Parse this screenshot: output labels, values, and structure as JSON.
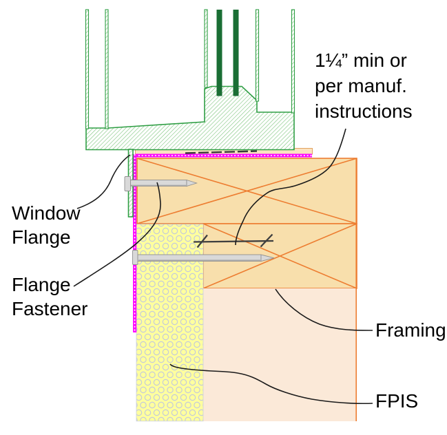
{
  "diagram_type": "window-flange-attachment-detail",
  "labels": {
    "window_flange_line1": "Window",
    "window_flange_line2": "Flange",
    "flange_fastener_line1": "Flange",
    "flange_fastener_line2": "Fastener",
    "min_note_line1": "1¼” min or",
    "min_note_line2": "per manuf.",
    "min_note_line3": "instructions",
    "framing": "Framing",
    "fpis": "FPIS"
  },
  "colors": {
    "framing-fill": "#F8DFAC",
    "framing-line": "#ED7D31",
    "sheathing-fill": "#FBE9D8",
    "strip-fill": "#FBE3C0",
    "strip-line": "#E2A25E",
    "fpis-fill": "#FFFF9E",
    "fpis-dot": "#C7CDD6",
    "wrb-magenta": "#FF00FF",
    "frame-green": "#2F9E44",
    "hatch-green": "#7CC47C",
    "glazing-green": "#1A6E34",
    "fastener-fill": "#D9D9D9",
    "fastener-line": "#8F8F8F",
    "leader-black": "#1A1A1A",
    "dim-gray": "#3F3F3F"
  }
}
